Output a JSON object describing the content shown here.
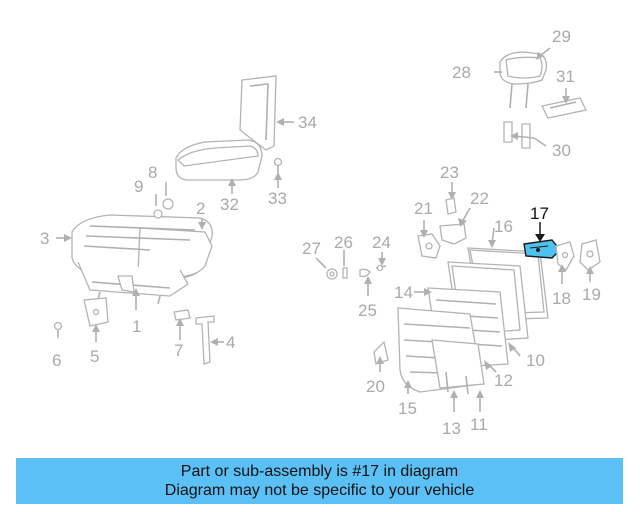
{
  "diagram": {
    "labels": [
      "1",
      "2",
      "3",
      "4",
      "5",
      "6",
      "7",
      "8",
      "9",
      "10",
      "11",
      "12",
      "13",
      "14",
      "15",
      "16",
      "17",
      "18",
      "19",
      "20",
      "21",
      "22",
      "23",
      "24",
      "25",
      "26",
      "27",
      "28",
      "29",
      "30",
      "31",
      "32",
      "33",
      "34"
    ],
    "highlighted_part": "17",
    "highlight_color": "#4ec2ef"
  },
  "banner": {
    "line1": "Part or sub-assembly is #17 in diagram",
    "line2": "Diagram may not be specific to your vehicle",
    "background": "#5bc0f5"
  }
}
